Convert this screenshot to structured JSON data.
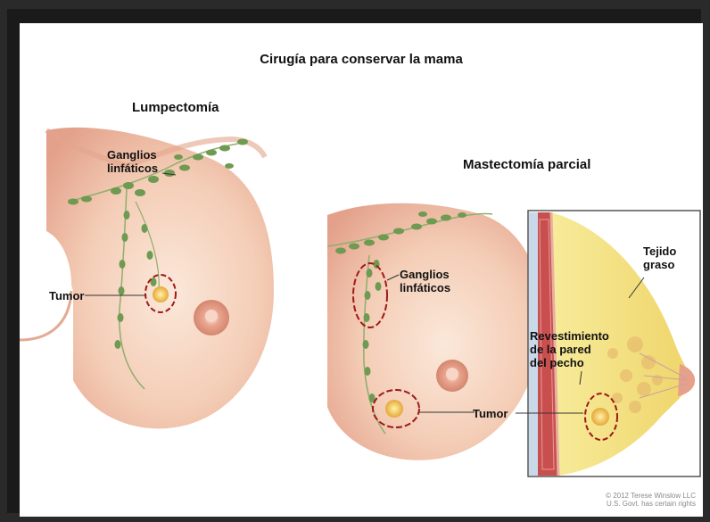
{
  "title": "Cirugía para conservar la mama",
  "left_panel": {
    "heading": "Lumpectomía",
    "lymph_label_line1": "Ganglios",
    "lymph_label_line2": "linfáticos",
    "tumor_label": "Tumor"
  },
  "right_panel": {
    "heading": "Mastectomía parcial",
    "lymph_label_line1": "Ganglios",
    "lymph_label_line2": "linfáticos",
    "tumor_label": "Tumor",
    "inset": {
      "fat_label_line1": "Tejido",
      "fat_label_line2": "graso",
      "chest_wall_line1": "Revestimiento",
      "chest_wall_line2": "de la pared",
      "chest_wall_line3": "del pecho"
    }
  },
  "copyright_line1": "© 2012 Terese Winslow LLC",
  "copyright_line2": "U.S. Govt. has certain rights",
  "colors": {
    "skin_light": "#f8dcc8",
    "skin_mid": "#eeb49a",
    "skin_dark": "#d98a78",
    "lymph_node": "#6f9a52",
    "tumor": "#f3c84a",
    "dashed_outline": "#a01818",
    "fat_yellow": "#f4e27a"
  }
}
